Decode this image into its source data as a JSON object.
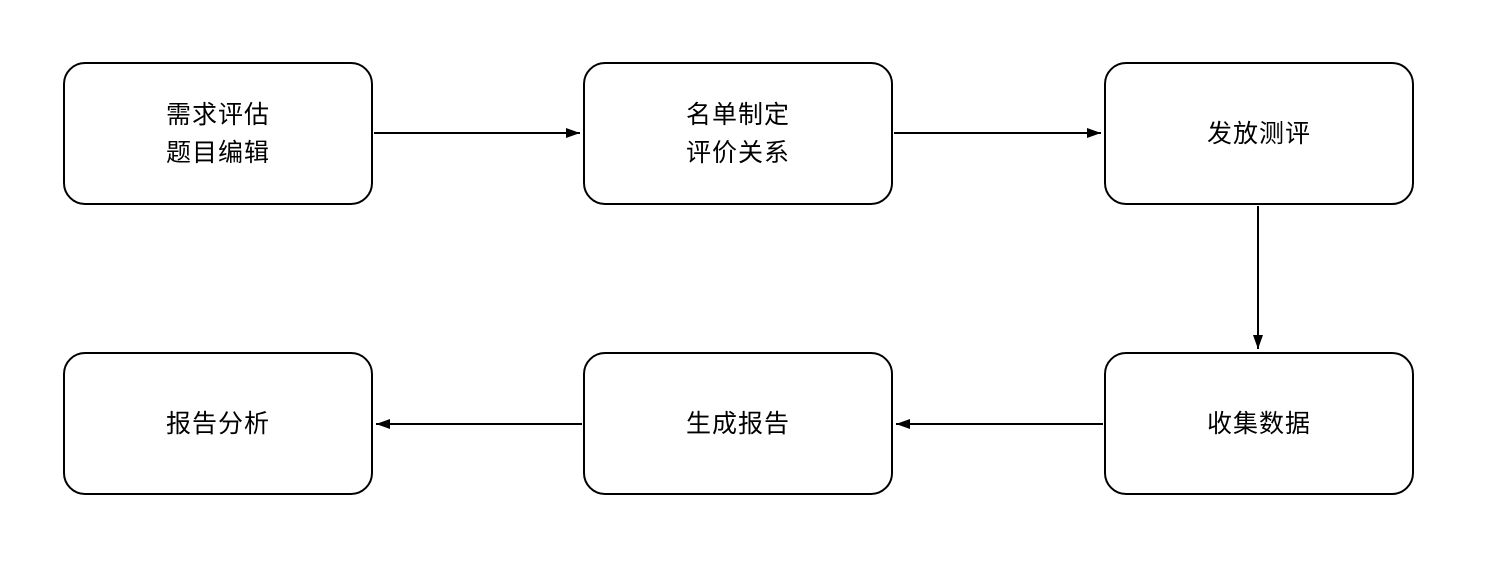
{
  "diagram": {
    "type": "flowchart",
    "colors": {
      "node_border": "#000000",
      "node_fill": "#ffffff",
      "text": "#000000",
      "arrow": "#000000"
    },
    "nodes": [
      {
        "id": "needs-assessment",
        "label": "需求评估\n题目编辑"
      },
      {
        "id": "list-creation",
        "label": "名单制定\n评价关系"
      },
      {
        "id": "distribute-assessment",
        "label": "发放测评"
      },
      {
        "id": "collect-data",
        "label": "收集数据"
      },
      {
        "id": "generate-report",
        "label": "生成报告"
      },
      {
        "id": "report-analysis",
        "label": "报告分析"
      }
    ],
    "edges": [
      {
        "from": "needs-assessment",
        "to": "list-creation",
        "direction": "right"
      },
      {
        "from": "list-creation",
        "to": "distribute-assessment",
        "direction": "right"
      },
      {
        "from": "distribute-assessment",
        "to": "collect-data",
        "direction": "down"
      },
      {
        "from": "collect-data",
        "to": "generate-report",
        "direction": "left"
      },
      {
        "from": "generate-report",
        "to": "report-analysis",
        "direction": "left"
      }
    ]
  }
}
